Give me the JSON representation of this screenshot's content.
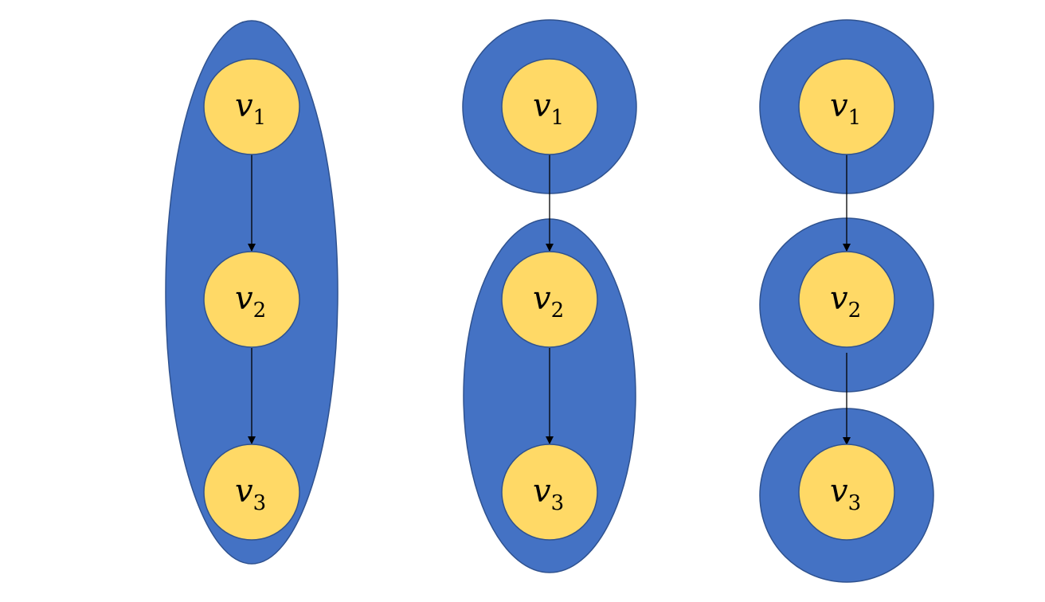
{
  "colors": {
    "group_fill": "#4472C4",
    "group_stroke": "#2F528F",
    "node_fill": "#FFD966",
    "arrow": "#000000"
  },
  "panels": [
    {
      "groups": [
        [
          "v1",
          "v2",
          "v3"
        ]
      ],
      "nodes": [
        {
          "letter": "v",
          "subscript": "1"
        },
        {
          "letter": "v",
          "subscript": "2"
        },
        {
          "letter": "v",
          "subscript": "3"
        }
      ],
      "edges": [
        [
          "v1",
          "v2"
        ],
        [
          "v2",
          "v3"
        ]
      ]
    },
    {
      "groups": [
        [
          "v1"
        ],
        [
          "v2",
          "v3"
        ]
      ],
      "nodes": [
        {
          "letter": "v",
          "subscript": "1"
        },
        {
          "letter": "v",
          "subscript": "2"
        },
        {
          "letter": "v",
          "subscript": "3"
        }
      ],
      "edges": [
        [
          "v1",
          "v2"
        ],
        [
          "v2",
          "v3"
        ]
      ]
    },
    {
      "groups": [
        [
          "v1"
        ],
        [
          "v2"
        ],
        [
          "v3"
        ]
      ],
      "nodes": [
        {
          "letter": "v",
          "subscript": "1"
        },
        {
          "letter": "v",
          "subscript": "2"
        },
        {
          "letter": "v",
          "subscript": "3"
        }
      ],
      "edges": [
        [
          "v1",
          "v2"
        ],
        [
          "v2",
          "v3"
        ]
      ]
    }
  ]
}
